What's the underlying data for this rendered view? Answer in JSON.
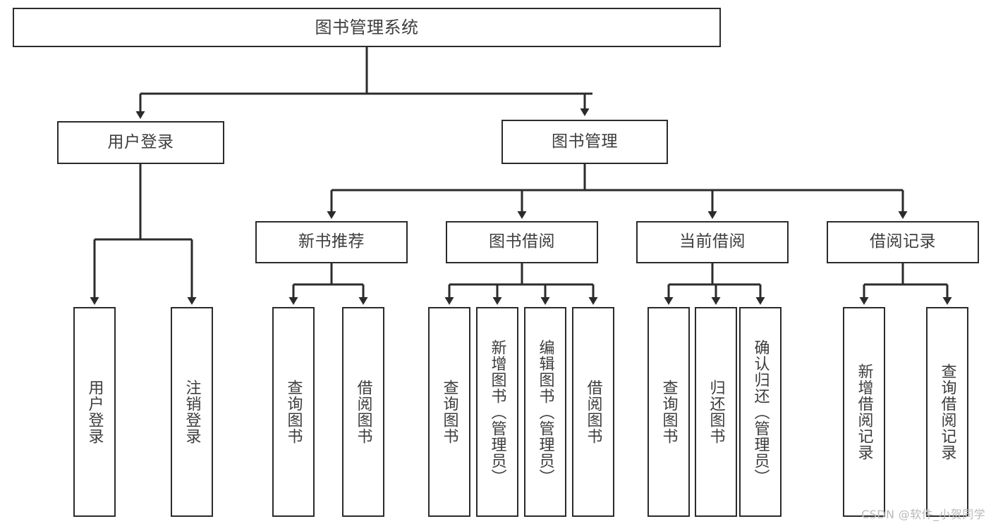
{
  "diagram": {
    "type": "tree-hierarchy-chart",
    "title": "图书管理系统",
    "stroke_color": "#2b2b2b",
    "text_color": "#3d3d3d",
    "background_color": "#ffffff",
    "levels": {
      "level1": [
        {
          "id": "root",
          "label": "图书管理系统"
        }
      ],
      "level2": [
        {
          "id": "user-login",
          "label": "用户登录"
        },
        {
          "id": "book-management",
          "label": "图书管理"
        }
      ],
      "level3": [
        {
          "id": "new-book-recommend",
          "label": "新书推荐"
        },
        {
          "id": "book-borrow",
          "label": "图书借阅"
        },
        {
          "id": "current-borrow",
          "label": "当前借阅"
        },
        {
          "id": "borrow-record",
          "label": "借阅记录"
        }
      ],
      "level4": [
        {
          "id": "leaf-user-login",
          "label": "用户登录",
          "parent": "user-login"
        },
        {
          "id": "leaf-user-logout",
          "label": "注销登录",
          "parent": "user-login"
        },
        {
          "id": "leaf-query-book-1",
          "label": "查询图书",
          "parent": "new-book-recommend"
        },
        {
          "id": "leaf-borrow-book-1",
          "label": "借阅图书",
          "parent": "new-book-recommend"
        },
        {
          "id": "leaf-query-book-2",
          "label": "查询图书",
          "parent": "book-borrow"
        },
        {
          "id": "leaf-add-book",
          "label": "新增图书（管理员）",
          "parent": "book-borrow"
        },
        {
          "id": "leaf-edit-book",
          "label": "编辑图书（管理员）",
          "parent": "book-borrow"
        },
        {
          "id": "leaf-borrow-book-2",
          "label": "借阅图书",
          "parent": "book-borrow"
        },
        {
          "id": "leaf-query-book-3",
          "label": "查询图书",
          "parent": "current-borrow"
        },
        {
          "id": "leaf-return-book",
          "label": "归还图书",
          "parent": "current-borrow"
        },
        {
          "id": "leaf-confirm-return",
          "label": "确认归还（管理员）",
          "parent": "current-borrow"
        },
        {
          "id": "leaf-add-record",
          "label": "新增借阅记录",
          "parent": "borrow-record"
        },
        {
          "id": "leaf-query-record",
          "label": "查询借阅记录",
          "parent": "borrow-record"
        }
      ]
    }
  },
  "watermark": {
    "text": "CSDN @软件_小贺同学"
  }
}
